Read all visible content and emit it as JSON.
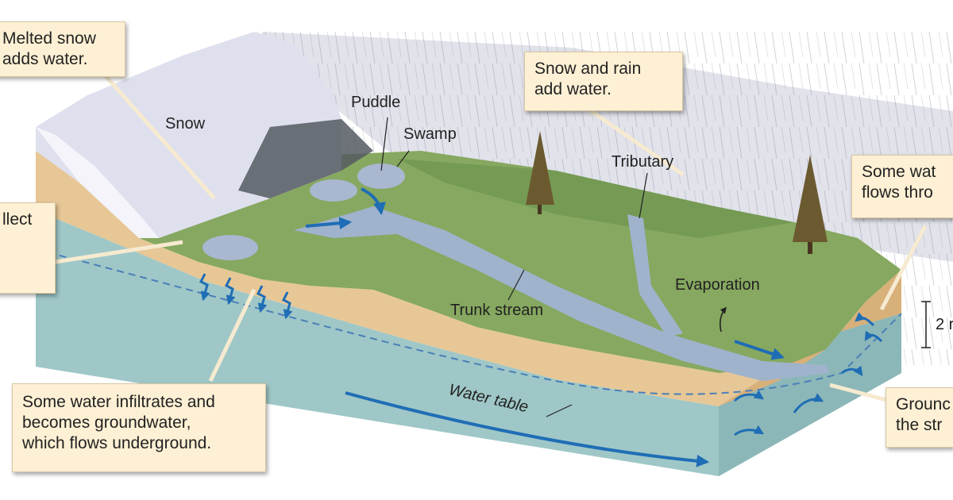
{
  "callouts": {
    "melted_snow": [
      "Melted snow",
      "adds water."
    ],
    "snow_rain": [
      "Snow and rain",
      "add water."
    ],
    "collect": [
      "llect"
    ],
    "infiltrates": [
      "Some water infiltrates and",
      "becomes groundwater,",
      "which flows underground."
    ],
    "some_water_right": [
      "Some wat",
      "flows thro"
    ],
    "groundwater_right": [
      "Grounc",
      "the str"
    ]
  },
  "labels": {
    "snow": "Snow",
    "puddle": "Puddle",
    "swamp": "Swamp",
    "tributary": "Tributary",
    "trunk_stream": "Trunk stream",
    "evaporation": "Evaporation",
    "water_table": "Water table",
    "scale": "2 r"
  },
  "colors": {
    "callout_bg": "#fdf0d4",
    "sand": "#e7c796",
    "groundwater": "#9fc7c7",
    "grass": "#86a860",
    "snow": "#dfe0ee",
    "water": "#9fb3cd",
    "arrow": "#1f6db5"
  }
}
